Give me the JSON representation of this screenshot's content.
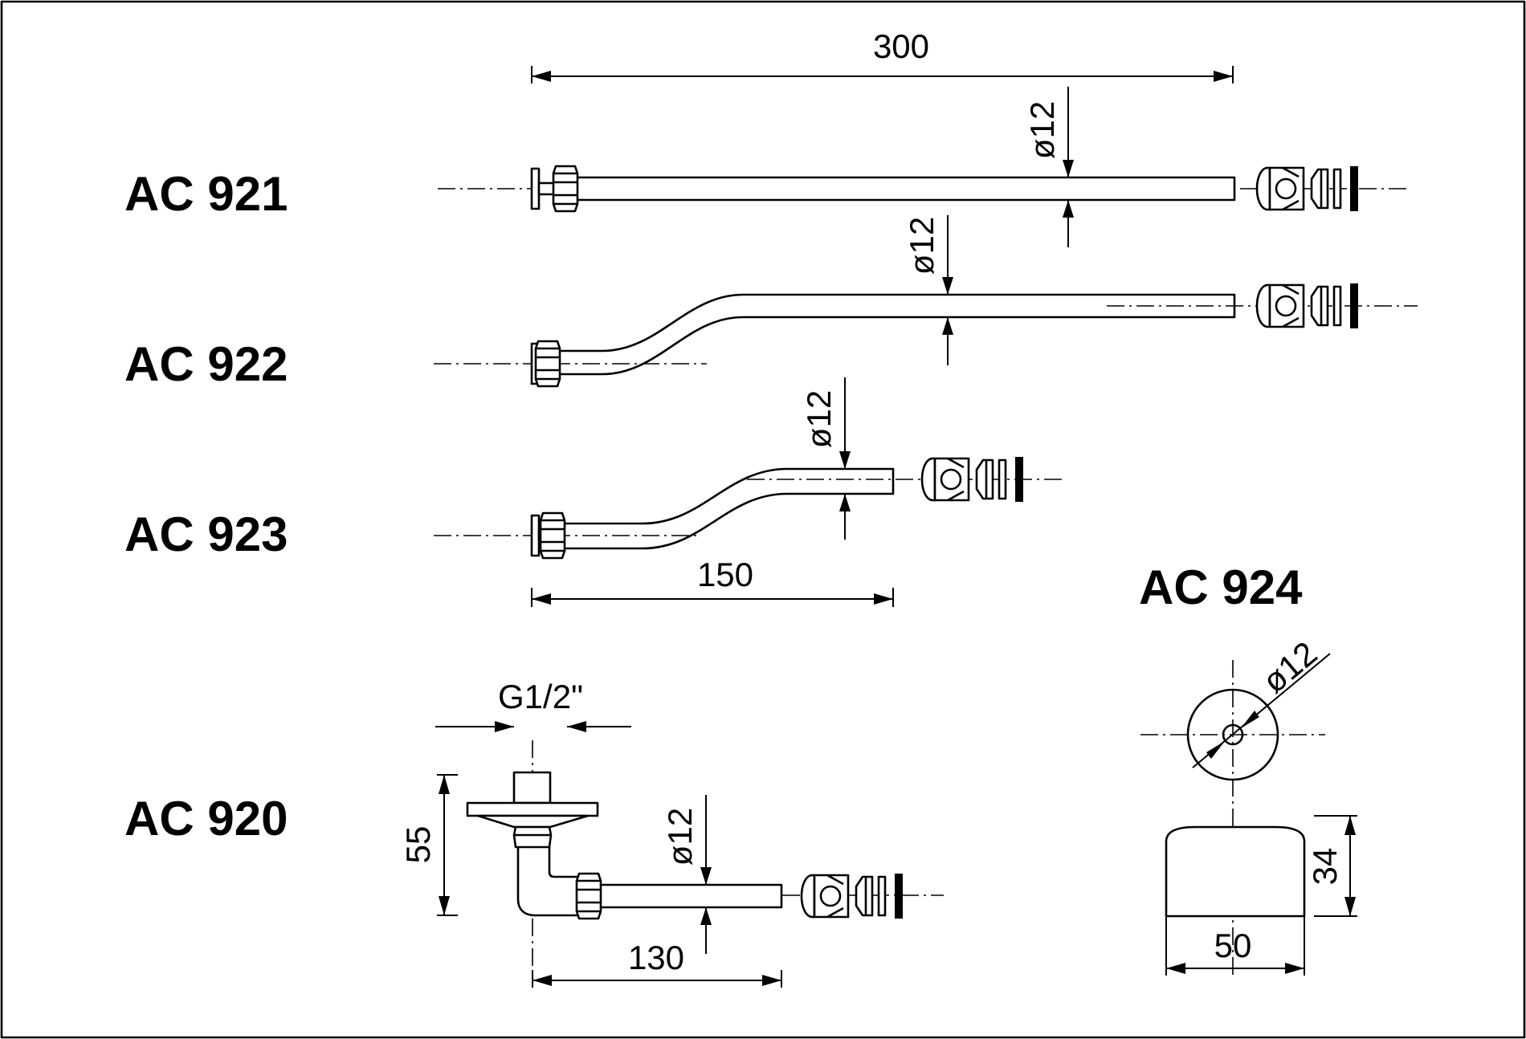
{
  "models": {
    "ac921": "AC 921",
    "ac922": "AC 922",
    "ac923": "AC 923",
    "ac924": "AC 924",
    "ac920": "AC 920"
  },
  "dims": {
    "ac921_length": "300",
    "ac921_dia": "ø12",
    "ac922_dia": "ø12",
    "ac923_dia": "ø12",
    "ac923_length": "150",
    "ac920_thread": "G1/2\"",
    "ac920_height": "55",
    "ac920_dia": "ø12",
    "ac920_length": "130",
    "ac924_dia": "ø12",
    "ac924_height": "34",
    "ac924_width": "50"
  }
}
